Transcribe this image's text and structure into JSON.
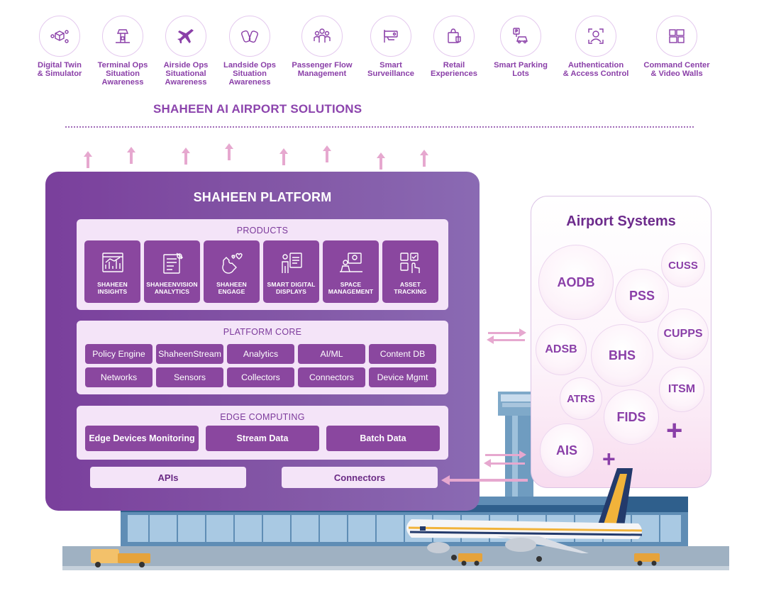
{
  "solutions": [
    {
      "label": "Digital Twin\n& Simulator",
      "icon": "cube-network-icon"
    },
    {
      "label": "Terminal Ops\nSituation\nAwareness",
      "icon": "control-tower-icon"
    },
    {
      "label": "Airside Ops\nSituational\nAwareness",
      "icon": "airplane-icon"
    },
    {
      "label": "Landside Ops\nSituation\nAwareness",
      "icon": "cars-icon"
    },
    {
      "label": "Passenger Flow\nManagement",
      "icon": "people-group-icon"
    },
    {
      "label": "Smart\nSurveillance",
      "icon": "cctv-camera-icon"
    },
    {
      "label": "Retail\nExperiences",
      "icon": "shopping-bag-icon"
    },
    {
      "label": "Smart Parking\nLots",
      "icon": "parking-car-icon"
    },
    {
      "label": "Authentication\n& Access Control",
      "icon": "face-scan-icon"
    },
    {
      "label": "Command Center\n& Video Walls",
      "icon": "video-wall-icon"
    }
  ],
  "banner": "SHAHEEN AI AIRPORT SOLUTIONS",
  "platform": {
    "title": "SHAHEEN PLATFORM",
    "products": {
      "title": "PRODUCTS",
      "items": [
        {
          "label": "SHAHEEN\nINSIGHTS",
          "icon": "dashboard-chart-icon"
        },
        {
          "label": "SHAHEENVISION\nANALYTICS",
          "icon": "report-analytics-icon"
        },
        {
          "label": "SHAHEEN\nENGAGE",
          "icon": "magnet-hearts-icon"
        },
        {
          "label": "SMART DIGITAL\nDISPLAYS",
          "icon": "person-display-icon"
        },
        {
          "label": "SPACE\nMANAGEMENT",
          "icon": "desk-person-icon"
        },
        {
          "label": "ASSET\nTRACKING",
          "icon": "asset-check-icon"
        }
      ]
    },
    "core": {
      "title": "PLATFORM CORE",
      "items": [
        "Policy Engine",
        "ShaheenStream",
        "Analytics",
        "AI/ML",
        "Content DB",
        "Networks",
        "Sensors",
        "Collectors",
        "Connectors",
        "Device Mgmt"
      ]
    },
    "edge": {
      "title": "EDGE COMPUTING",
      "items": [
        "Edge Devices Monitoring",
        "Stream Data",
        "Batch Data"
      ]
    },
    "apis": "APIs",
    "connectors": "Connectors"
  },
  "systems": {
    "title": "Airport Systems",
    "items": [
      "AODB",
      "PSS",
      "CUSS",
      "ADSB",
      "BHS",
      "CUPPS",
      "ATRS",
      "FIDS",
      "ITSM",
      "AIS"
    ],
    "plus": "+"
  },
  "colors": {
    "accent": "#8a3fa8",
    "platform_start": "#7a3f9c",
    "platform_end": "#8a6ab3",
    "chip": "#8a479f",
    "section_bg": "#f4e4f8",
    "arrow": "#e6a8cf"
  }
}
